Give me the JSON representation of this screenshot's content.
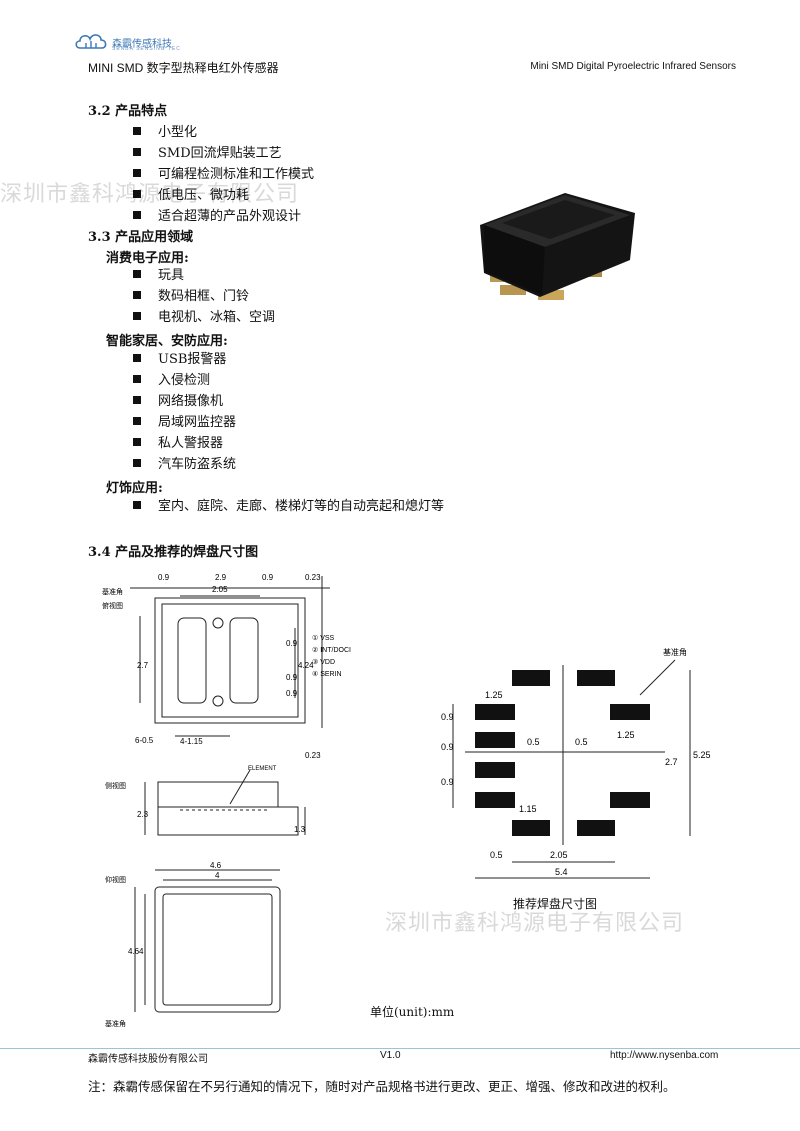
{
  "header": {
    "company_logo_text": "森霸传感科技",
    "company_logo_subtext": "SENBA SENSING TEC",
    "left_title": "MINI SMD  数字型热释电红外传感器",
    "right_title": "Mini SMD Digital Pyroelectric Infrared Sensors"
  },
  "section_3_2": {
    "title": "3.2 产品特点",
    "items": [
      "小型化",
      "SMD回流焊贴装工艺",
      "可编程检测标准和工作模式",
      "低电压、微功耗",
      "适合超薄的产品外观设计"
    ]
  },
  "section_3_3": {
    "title": "3.3 产品应用领域",
    "groups": [
      {
        "label": "消费电子应用:",
        "items": [
          "玩具",
          "数码相框、门铃",
          "电视机、冰箱、空调"
        ]
      },
      {
        "label": "智能家居、安防应用:",
        "items": [
          "USB报警器",
          "入侵检测",
          "网络摄像机",
          "局域网监控器",
          "私人警报器",
          "汽车防盗系统"
        ]
      },
      {
        "label": "灯饰应用:",
        "items": [
          "室内、庭院、走廊、楼梯灯等的自动亮起和熄灯等"
        ]
      }
    ]
  },
  "section_3_4": {
    "title": "3.4 产品及推荐的焊盘尺寸图"
  },
  "drawing": {
    "top_view": {
      "label_ref": "基准角",
      "label_view": "俯视图",
      "dims": [
        "0.9",
        "2.9",
        "0.9",
        "2.05",
        "0.23",
        "2.7",
        "4.24",
        "0.9",
        "0.9",
        "0.9",
        "0.23",
        "6-0.5",
        "4-1.15"
      ],
      "pins": [
        "① VSS",
        "② INT/DOCI",
        "③ VDD",
        "④ SERIN"
      ]
    },
    "side_view": {
      "label": "侧视图",
      "element": "ELEMENT",
      "dims": [
        "2.3",
        "1.3"
      ]
    },
    "bottom_view": {
      "label": "仰视图",
      "ref": "基准角",
      "dims": [
        "4.6",
        "4",
        "4.6",
        "4"
      ]
    },
    "pad_layout": {
      "ref_label": "基准角",
      "caption": "推荐焊盘尺寸图",
      "dims": [
        "1.25",
        "0.9",
        "0.5",
        "0.5",
        "1.25",
        "0.9",
        "0.9",
        "2.7",
        "5.25",
        "1.15",
        "0.5",
        "2.05",
        "5.4"
      ]
    },
    "unit": "单位(unit):mm"
  },
  "watermarks": [
    "深圳市鑫科鸿源电子有限公司",
    "深圳市鑫科鸿源电子有限公司"
  ],
  "footer": {
    "company": "森霸传感科技股份有限公司",
    "version": "V1.0",
    "url": "http://www.nysenba.com",
    "note": "注：森霸传感保留在不另行通知的情况下，随时对产品规格书进行更改、更正、增强、修改和改进的权利。"
  },
  "colors": {
    "accent": "#3d78b6",
    "footer_line": "#9bc3de",
    "watermark": "#d9d9d9"
  }
}
